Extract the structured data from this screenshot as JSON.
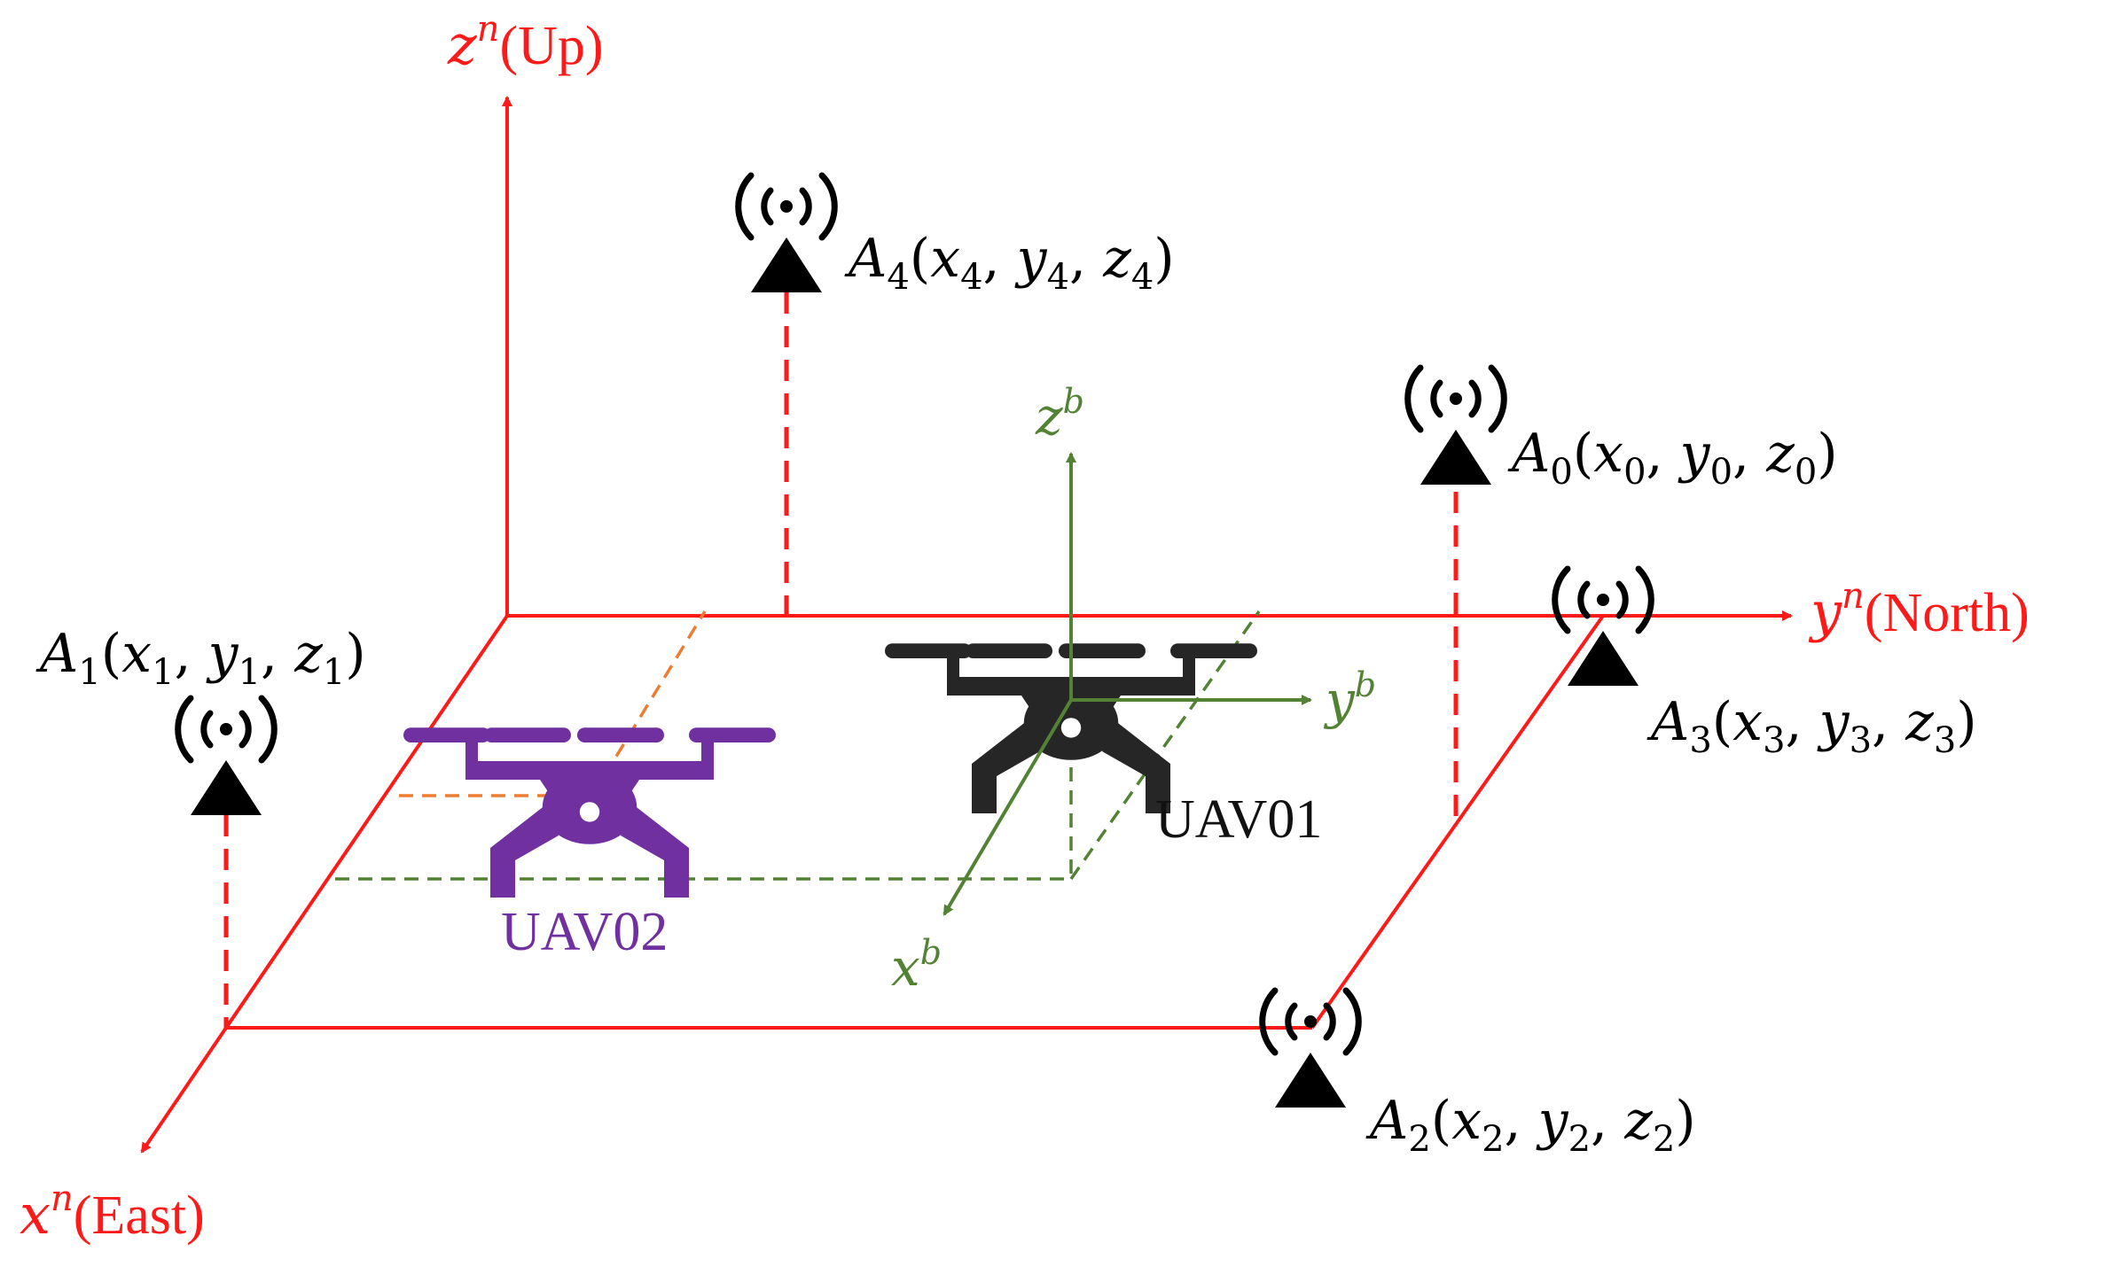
{
  "colors": {
    "nav_frame": "#ff1a1a",
    "body_frame": "#548235",
    "uav01": "#262626",
    "uav02": "#7030a0",
    "uav02_guide": "#ed7d31",
    "anchor": "#000000"
  },
  "axes": {
    "zn": {
      "var": "z",
      "sup": "n",
      "word": "(Up)"
    },
    "yn": {
      "var": "y",
      "sup": "n",
      "word": "(North)"
    },
    "xn": {
      "var": "x",
      "sup": "n",
      "word": "(East)"
    }
  },
  "body_axes": {
    "zb": {
      "var": "z",
      "sup": "b"
    },
    "yb": {
      "var": "y",
      "sup": "b"
    },
    "xb": {
      "var": "x",
      "sup": "b"
    }
  },
  "uavs": {
    "uav01": {
      "label": "UAV01"
    },
    "uav02": {
      "label": "UAV02"
    }
  },
  "anchors": [
    {
      "id": "A0",
      "letter": "A",
      "sub": "0",
      "coords": [
        [
          "x",
          "0"
        ],
        [
          "y",
          "0"
        ],
        [
          "z",
          "0"
        ]
      ]
    },
    {
      "id": "A1",
      "letter": "A",
      "sub": "1",
      "coords": [
        [
          "x",
          "1"
        ],
        [
          "y",
          "1"
        ],
        [
          "z",
          "1"
        ]
      ]
    },
    {
      "id": "A2",
      "letter": "A",
      "sub": "2",
      "coords": [
        [
          "x",
          "2"
        ],
        [
          "y",
          "2"
        ],
        [
          "z",
          "2"
        ]
      ]
    },
    {
      "id": "A3",
      "letter": "A",
      "sub": "3",
      "coords": [
        [
          "x",
          "3"
        ],
        [
          "y",
          "3"
        ],
        [
          "z",
          "3"
        ]
      ]
    },
    {
      "id": "A4",
      "letter": "A",
      "sub": "4",
      "coords": [
        [
          "x",
          "4"
        ],
        [
          "y",
          "4"
        ],
        [
          "z",
          "4"
        ]
      ]
    }
  ]
}
